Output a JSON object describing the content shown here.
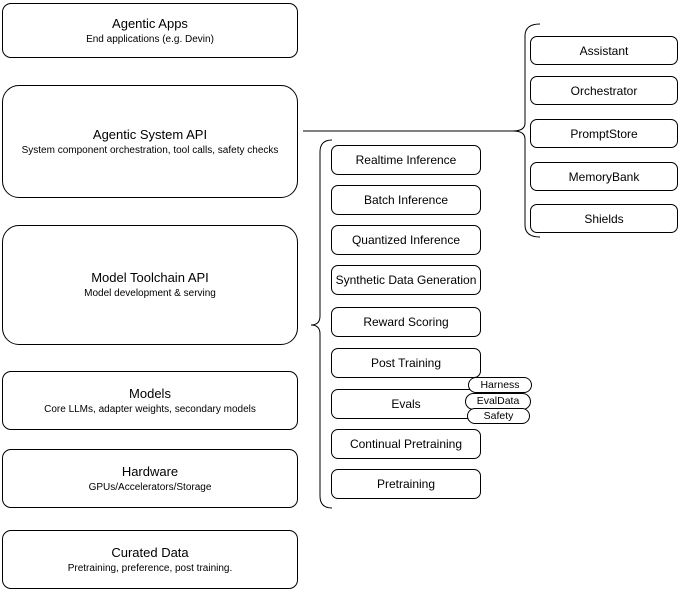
{
  "diagram": {
    "left_boxes": [
      {
        "title": "Agentic Apps",
        "subtitle": "End applications (e.g. Devin)"
      },
      {
        "title": "Agentic System API",
        "subtitle": "System component orchestration, tool calls, safety checks"
      },
      {
        "title": "Model Toolchain API",
        "subtitle": "Model development & serving"
      },
      {
        "title": "Models",
        "subtitle": "Core LLMs, adapter weights, secondary models"
      },
      {
        "title": "Hardware",
        "subtitle": "GPUs/Accelerators/Storage"
      },
      {
        "title": "Curated Data",
        "subtitle": "Pretraining, preference, post training."
      }
    ],
    "toolchain_items": [
      "Realtime Inference",
      "Batch Inference",
      "Quantized Inference",
      "Synthetic Data Generation",
      "Reward Scoring",
      "Post Training",
      "Evals",
      "Continual Pretraining",
      "Pretraining"
    ],
    "eval_tags": [
      "Harness",
      "EvalData",
      "Safety"
    ],
    "system_components": [
      "Assistant",
      "Orchestrator",
      "PromptStore",
      "MemoryBank",
      "Shields"
    ],
    "colors": {
      "stroke": "#000000",
      "fill": "#ffffff",
      "text": "#000000",
      "background": "#ffffff"
    }
  }
}
